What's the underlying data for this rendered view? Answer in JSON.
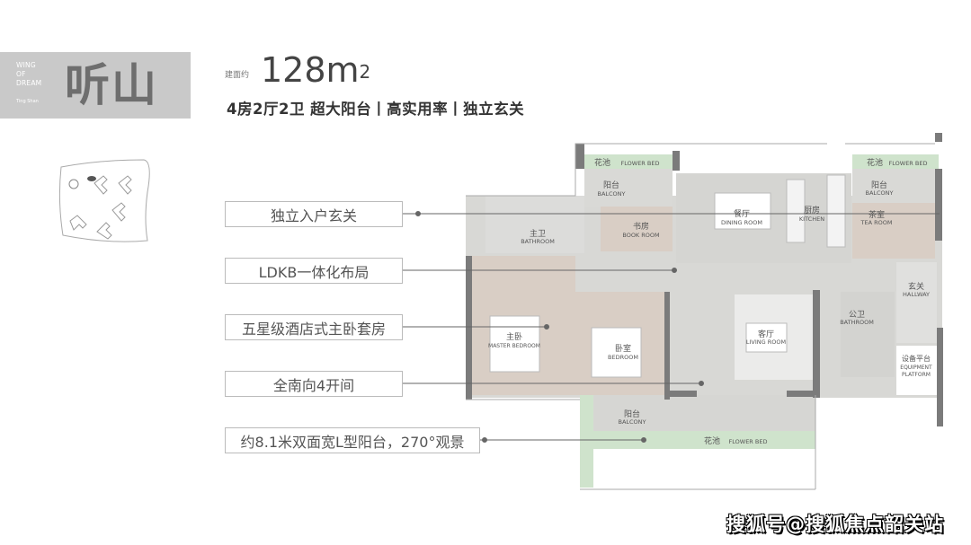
{
  "header": {
    "brand_lines": [
      "WING",
      "OF",
      "DREAM"
    ],
    "pinyin": "Ting Shan",
    "name": "听山",
    "area_label": "建面约",
    "area_value": "128m",
    "area_unit_sup": "2",
    "subtitle": "4房2厅2卫  超大阳台丨高实用率丨独立玄关"
  },
  "features": [
    "独立入户玄关",
    "LDKB一体化布局",
    "五星级酒店式主卧套房",
    "全南向4开间",
    "约8.1米双面宽L型阳台，270°观景"
  ],
  "rooms": {
    "flower_bed_tl": {
      "cn": "花池",
      "en": "FLOWER BED"
    },
    "flower_bed_tr": {
      "cn": "花池",
      "en": "FLOWER BED"
    },
    "flower_bed_b": {
      "cn": "花池",
      "en": "FLOWER BED"
    },
    "balcony_tl": {
      "cn": "阳台",
      "en": "BALCONY"
    },
    "balcony_tr": {
      "cn": "阳台",
      "en": "BALCONY"
    },
    "balcony_b": {
      "cn": "阳台",
      "en": "BALCONY"
    },
    "book_room": {
      "cn": "书房",
      "en": "BOOK ROOM"
    },
    "master_bath": {
      "cn": "主卫",
      "en": "BATHROOM"
    },
    "dining": {
      "cn": "餐厅",
      "en": "DINING ROOM"
    },
    "kitchen": {
      "cn": "厨房",
      "en": "KITCHEN"
    },
    "tea_room": {
      "cn": "茶室",
      "en": "TEA ROOM"
    },
    "hallway": {
      "cn": "玄关",
      "en": "HALLWAY"
    },
    "public_bath": {
      "cn": "公卫",
      "en": "BATHROOM"
    },
    "living": {
      "cn": "客厅",
      "en": "LIVING ROOM"
    },
    "master_bedroom": {
      "cn": "主卧",
      "en": "MASTER BEDROOM"
    },
    "bedroom": {
      "cn": "卧室",
      "en": "BEDROOM"
    },
    "equipment": {
      "cn": "设备平台",
      "en1": "EQUIPMENT",
      "en2": "PLATFORM"
    }
  },
  "watermark": "搜狐号@搜狐焦点韶关站",
  "colors": {
    "title_bg": "#c9c9c9",
    "wood": "#d9cec5",
    "marble": "#d8d8d5",
    "flower_bed": "#cfe3cc",
    "wall": "#7b7b7b"
  }
}
